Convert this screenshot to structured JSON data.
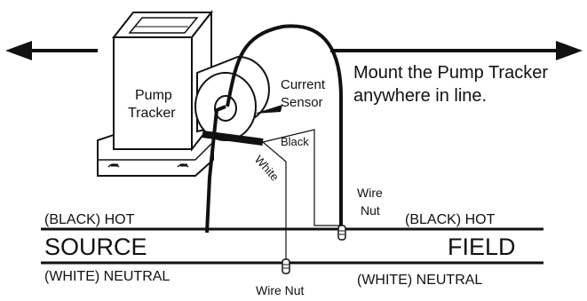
{
  "device": {
    "name_line1": "Pump",
    "name_line2": "Tracker",
    "sensor_line1": "Current",
    "sensor_line2": "Sensor",
    "black_lead": "Black",
    "white_lead": "White",
    "wire_nut_top_line1": "Wire",
    "wire_nut_top_line2": "Nut",
    "wire_nut_bottom": "Wire Nut"
  },
  "instruction": {
    "line1": "Mount the Pump Tracker",
    "line2": "anywhere in line."
  },
  "wiring": {
    "left_hot": "(BLACK) HOT",
    "source": "SOURCE",
    "left_neutral": "(WHITE) NEUTRAL",
    "right_hot": "(BLACK) HOT",
    "field": "FIELD",
    "right_neutral": "(WHITE) NEUTRAL"
  }
}
